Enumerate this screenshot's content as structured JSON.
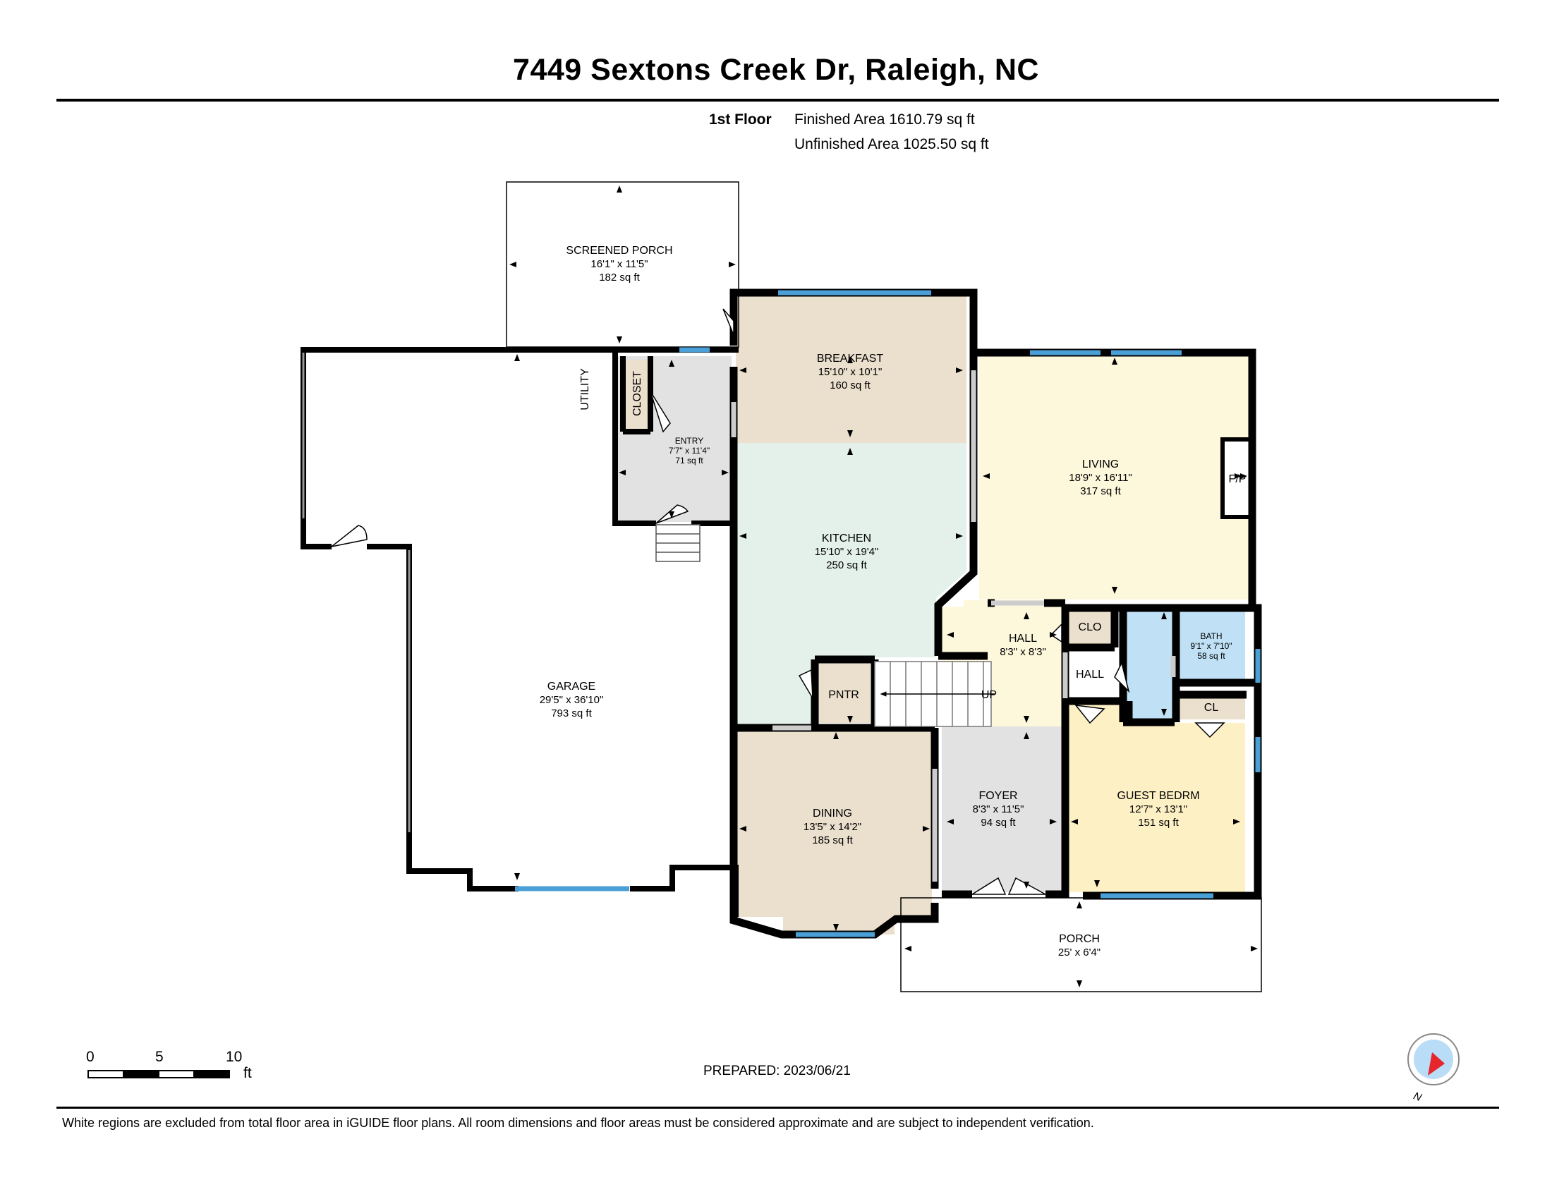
{
  "header": {
    "title": "7449 Sextons Creek Dr, Raleigh, NC",
    "floor": "1st Floor",
    "finished_area": "Finished Area 1610.79 sq ft",
    "unfinished_area": "Unfinished Area 1025.50 sq ft"
  },
  "rooms": {
    "screened_porch": {
      "name": "SCREENED PORCH",
      "dims": "16'1\" x 11'5\"",
      "area": "182 sq ft"
    },
    "breakfast": {
      "name": "BREAKFAST",
      "dims": "15'10\" x 10'1\"",
      "area": "160 sq ft"
    },
    "living": {
      "name": "LIVING",
      "dims": "18'9\" x 16'11\"",
      "area": "317 sq ft"
    },
    "entry": {
      "name": "ENTRY",
      "dims": "7'7\" x 11'4\"",
      "area": "71 sq ft"
    },
    "kitchen": {
      "name": "KITCHEN",
      "dims": "15'10\" x 19'4\"",
      "area": "250 sq ft"
    },
    "garage": {
      "name": "GARAGE",
      "dims": "29'5\" x 36'10\"",
      "area": "793 sq ft"
    },
    "hall": {
      "name": "HALL",
      "dims": "8'3\" x 8'3\""
    },
    "bath": {
      "name": "BATH",
      "dims": "9'1\" x 7'10\"",
      "area": "58 sq ft"
    },
    "dining": {
      "name": "DINING",
      "dims": "13'5\" x 14'2\"",
      "area": "185 sq ft"
    },
    "foyer": {
      "name": "FOYER",
      "dims": "8'3\" x 11'5\"",
      "area": "94 sq ft"
    },
    "guest_bedroom": {
      "name": "GUEST BEDRM",
      "dims": "12'7\" x 13'1\"",
      "area": "151 sq ft"
    },
    "porch": {
      "name": "PORCH",
      "dims": "25' x 6'4\""
    }
  },
  "small_labels": {
    "closet": "CLOSET",
    "utility": "UTILITY",
    "fireplace": "F/P",
    "clo": "CLO",
    "hall2": "HALL",
    "cl": "CL",
    "pantry": "PNTR",
    "stairs_up": "UP"
  },
  "colors": {
    "breakfast": "#ebdfcd",
    "kitchen": "#e3f1ea",
    "living": "#fdf7db",
    "entry": "#e2e2e2",
    "hall": "#fdf7db",
    "foyer": "#e2e2e2",
    "dining": "#ebdfcd",
    "guest_bedroom": "#fdf0c5",
    "bath": "#bfe0f5",
    "closets": "#ebdfcd",
    "window": "#4a9fd6",
    "walls": "#000000"
  },
  "scale": {
    "ticks": [
      "0",
      "5",
      "10"
    ],
    "unit": "ft"
  },
  "compass": {
    "label": "N"
  },
  "footer": {
    "prepared": "PREPARED: 2023/06/21",
    "disclaimer": "White regions are excluded from total floor area in iGUIDE floor plans. All room dimensions and floor areas must be considered approximate and are subject to independent verification."
  }
}
